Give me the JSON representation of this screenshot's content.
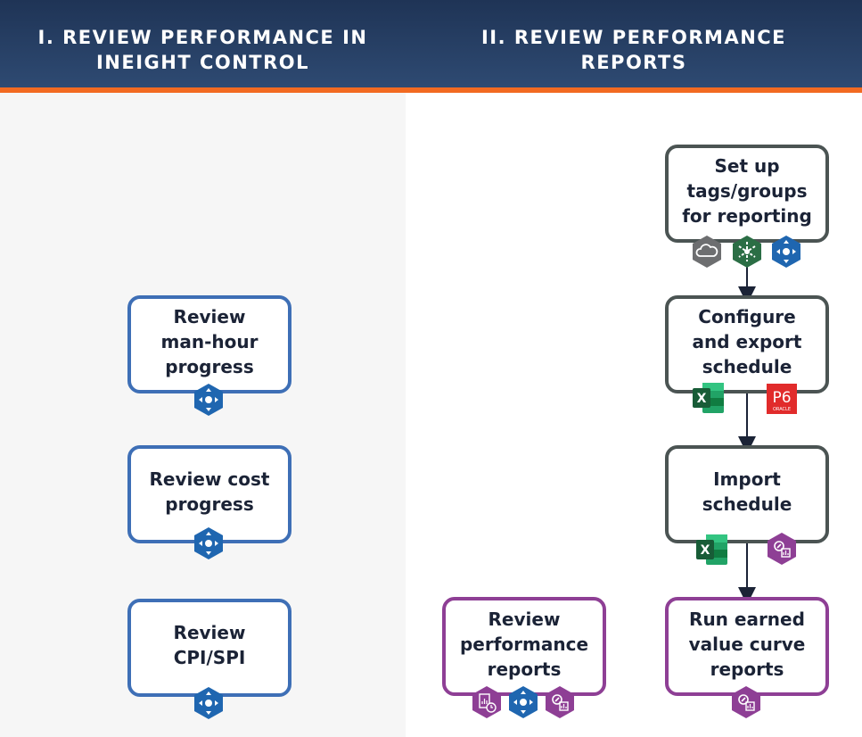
{
  "header": {
    "left_title": "I. REVIEW PERFORMANCE IN\nINEIGHT CONTROL",
    "right_title": "II. REVIEW PERFORMANCE\nREPORTS"
  },
  "steps": {
    "man_hour": "Review\nman-hour\nprogress",
    "cost": "Review cost\nprogress",
    "cpi_spi": "Review\nCPI/SPI",
    "tags": "Set up\ntags/groups\nfor reporting",
    "configure": "Configure\nand export\nschedule",
    "import": "Import\nschedule",
    "earned_value": "Run earned\nvalue curve\nreports",
    "perf_reports": "Review\nperformance\nreports"
  },
  "icons": {
    "p6_label": "P6",
    "p6_sublabel": "ORACLE",
    "excel_label": "X"
  },
  "colors": {
    "header": "#2a4168",
    "accent": "#f26a21",
    "blue_box": "#3e6fb6",
    "gray_box": "#4b5453",
    "purple_box": "#8e3f95"
  }
}
